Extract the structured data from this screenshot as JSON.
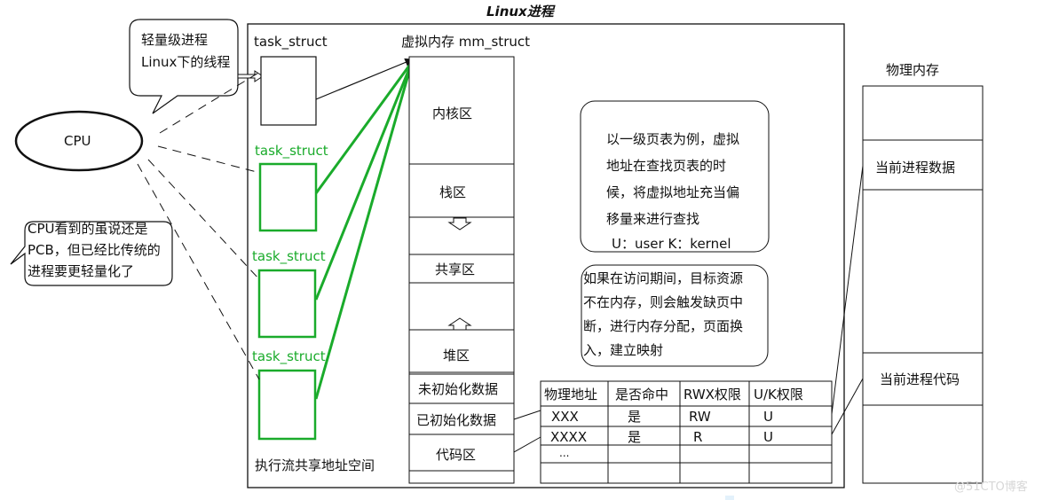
{
  "title": "Linux进程",
  "cpu_label": "CPU",
  "bubble_thread": [
    "轻量级进程",
    "Linux下的线程"
  ],
  "bubble_pcb": [
    "CPU看到的虽说还是",
    "PCB，但已经比传统的",
    "进程要更轻量化了"
  ],
  "task_struct_main": "task_struct",
  "task_struct_threads": [
    "task_struct",
    "task_struct",
    "task_struct"
  ],
  "vm_label": "虚拟内存 mm_struct",
  "shared_space_label": "执行流共享地址空间",
  "vm_regions": {
    "kernel": "内核区",
    "stack": "栈区",
    "shared": "共享区",
    "heap": "堆区",
    "bss": "未初始化数据",
    "data": "已初始化数据",
    "code": "代码区"
  },
  "note_pagetable": [
    "以一级页表为例，虚拟",
    "地址在查找页表的时",
    "候，将虚拟地址充当偏",
    "移量来进行查找",
    "U：user  K：kernel"
  ],
  "note_pagefault": [
    "如果在访问期间，目标资源",
    "不在内存，则会触发缺页中",
    "断，进行内存分配，页面换",
    "入，建立映射"
  ],
  "page_table": {
    "headers": [
      "物理地址",
      "是否命中",
      "RWX权限",
      "U/K权限"
    ],
    "rows": [
      [
        "XXX",
        "是",
        "RW",
        "U"
      ],
      [
        "XXXX",
        "是",
        "R",
        "U"
      ],
      [
        "...",
        "",
        "",
        ""
      ]
    ]
  },
  "physical_memory": {
    "title": "物理内存",
    "process_data": "当前进程数据",
    "process_code": "当前进程代码"
  },
  "watermark": "@51CTO博客",
  "colors": {
    "thread_green": "#1aab2b",
    "line": "#111111"
  }
}
